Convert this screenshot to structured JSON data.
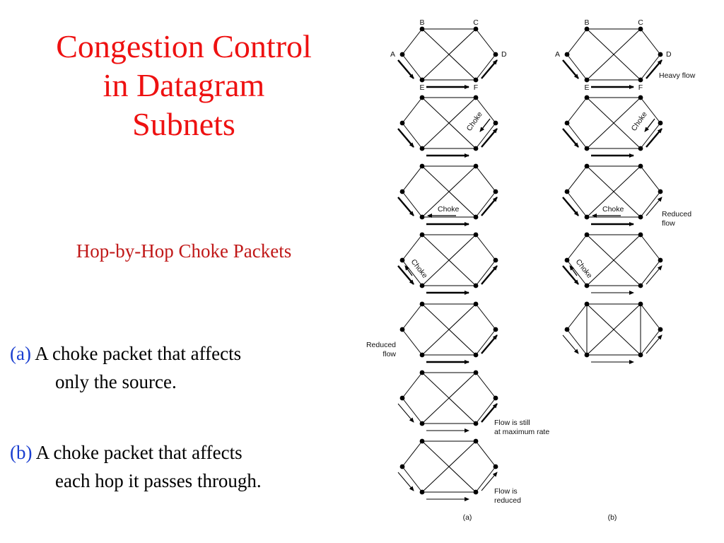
{
  "title": {
    "line1": "Congestion Control",
    "line2": "in Datagram",
    "line3": "Subnets"
  },
  "subtitle": "Hop-by-Hop Choke Packets",
  "bullets": [
    {
      "tag": "(a)",
      "line1": "A choke packet that affects",
      "line2": "only the source."
    },
    {
      "tag": "(b)",
      "line1": "A choke packet that affects",
      "line2": "each hop it passes through."
    }
  ],
  "figure": {
    "nodes": [
      "A",
      "B",
      "C",
      "D",
      "E",
      "F"
    ],
    "choke_label": "Choke",
    "heavy_flow": "Heavy flow",
    "reduced_flow": [
      "Reduced",
      "flow"
    ],
    "flow_still": [
      "Flow is still",
      "at maximum rate"
    ],
    "flow_reduced": [
      "Flow is",
      "reduced"
    ],
    "caption_a": "(a)",
    "caption_b": "(b)"
  }
}
